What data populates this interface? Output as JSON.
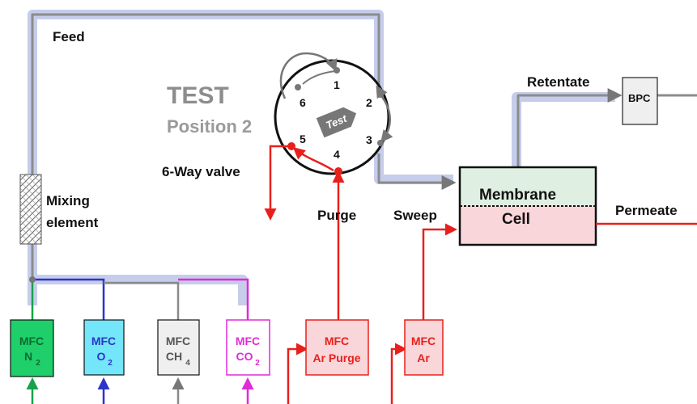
{
  "labels": {
    "feed": "Feed",
    "test_title": "TEST",
    "test_position": "Position 2",
    "valve": "6-Way valve",
    "mixing_1": "Mixing",
    "mixing_2": "element",
    "retentate": "Retentate",
    "bpc": "BPC",
    "membrane": "Membrane",
    "cell": "Cell",
    "permeate": "Permeate",
    "purge": "Purge",
    "sweep": "Sweep",
    "rotor": "Test"
  },
  "valve_ports": [
    "1",
    "2",
    "3",
    "4",
    "5",
    "6"
  ],
  "mfcs": [
    {
      "id": "n2",
      "line1": "MFC",
      "line2": "N",
      "sub": "2"
    },
    {
      "id": "o2",
      "line1": "MFC",
      "line2": "O",
      "sub": "2"
    },
    {
      "id": "ch4",
      "line1": "MFC",
      "line2": "CH",
      "sub": "4"
    },
    {
      "id": "co2",
      "line1": "MFC",
      "line2": "CO",
      "sub": "2"
    },
    {
      "id": "ar-purge",
      "line1": "MFC",
      "line2": "Ar Purge",
      "sub": ""
    },
    {
      "id": "ar",
      "line1": "MFC",
      "line2": "Ar",
      "sub": ""
    }
  ],
  "colors": {
    "highlight": "#c5cdea",
    "pipe_gray": "#8c8c8c",
    "ar_red": "#e8201c",
    "n2_green": "#17a24a",
    "o2_blue": "#2c35c8",
    "ch4_gray": "#8a8a8a",
    "co2_magenta": "#e02bd8"
  }
}
